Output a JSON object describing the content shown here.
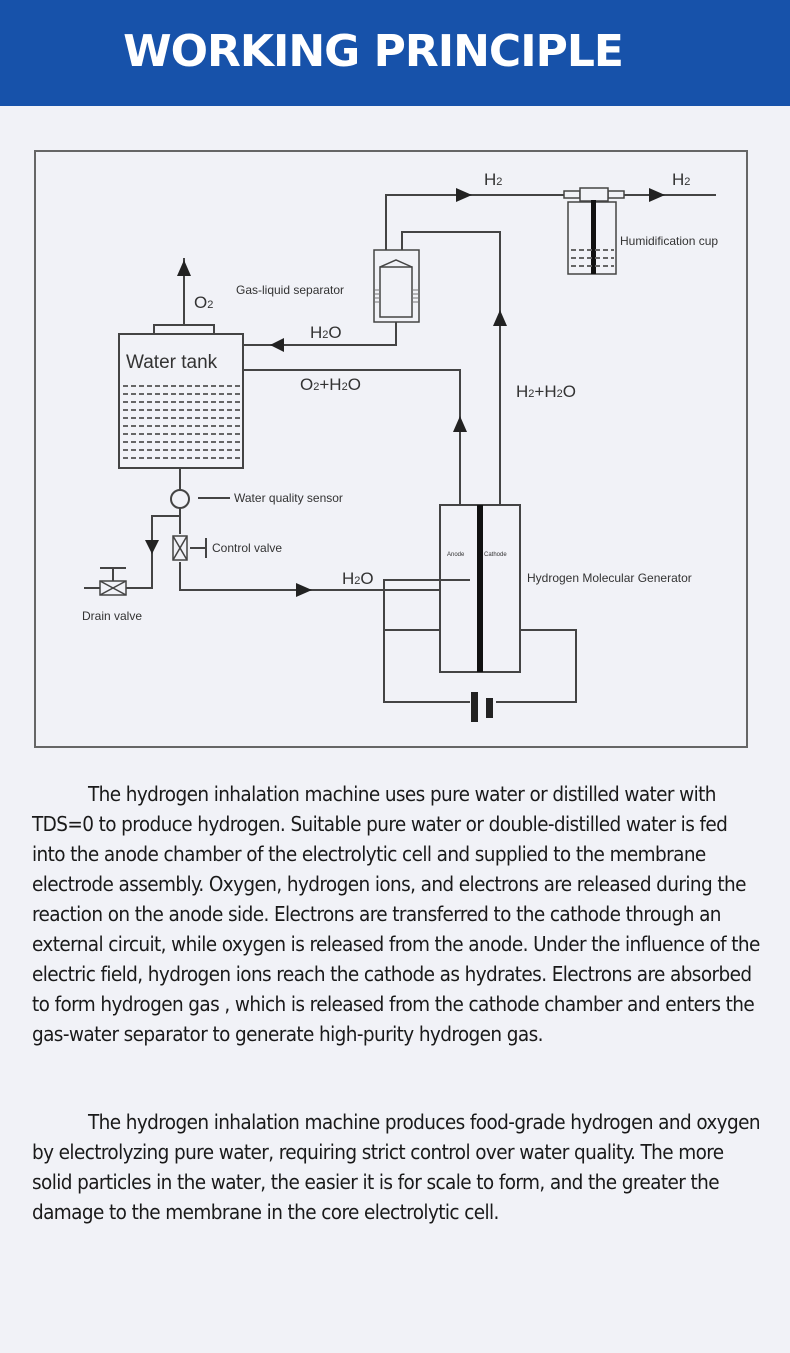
{
  "header": {
    "title": "WORKING PRINCIPLE"
  },
  "diagram": {
    "labels": {
      "h2_top": "H2",
      "h2_out": "H2",
      "humidification_cup": "Humidification cup",
      "gas_liquid_separator": "Gas-liquid separator",
      "o2": "O2",
      "h2o_return": "H2O",
      "water_tank": "Water tank",
      "o2_h2o": "O2+H2O",
      "h2_h2o": "H2+H2O",
      "water_quality_sensor": "Water quality sensor",
      "control_valve": "Control valve",
      "h2o_feed": "H2O",
      "drain_valve": "Drain valve",
      "anode": "Anode",
      "cathode": "Cathode",
      "hydrogen_generator": "Hydrogen Molecular Generator"
    }
  },
  "body": {
    "paragraphs": [
      "The hydrogen inhalation machine uses pure water or distilled water with TDS=0 to produce hydrogen. Suitable pure water or double-distilled water is fed into the anode chamber of the electrolytic cell and supplied to the membrane electrode assembly. Oxygen, hydrogen ions, and electrons are released during the reaction on the anode side. Electrons are transferred to the cathode through an external circuit, while oxygen is released from the anode. Under the influence of the electric field, hydrogen ions reach the cathode as hydrates. Electrons are absorbed to form hydrogen gas , which is released from the cathode chamber and enters the gas-water separator to generate high-purity hydrogen gas.",
      "The hydrogen inhalation machine produces food-grade hydrogen and oxygen by electrolyzing pure water, requiring strict control over water quality. The more solid particles in the water, the easier it is for scale to form, and the greater the damage to the membrane in the core electrolytic cell."
    ]
  },
  "colors": {
    "banner": "#1752aa",
    "background": "#f1f2f7",
    "line": "#444444"
  }
}
